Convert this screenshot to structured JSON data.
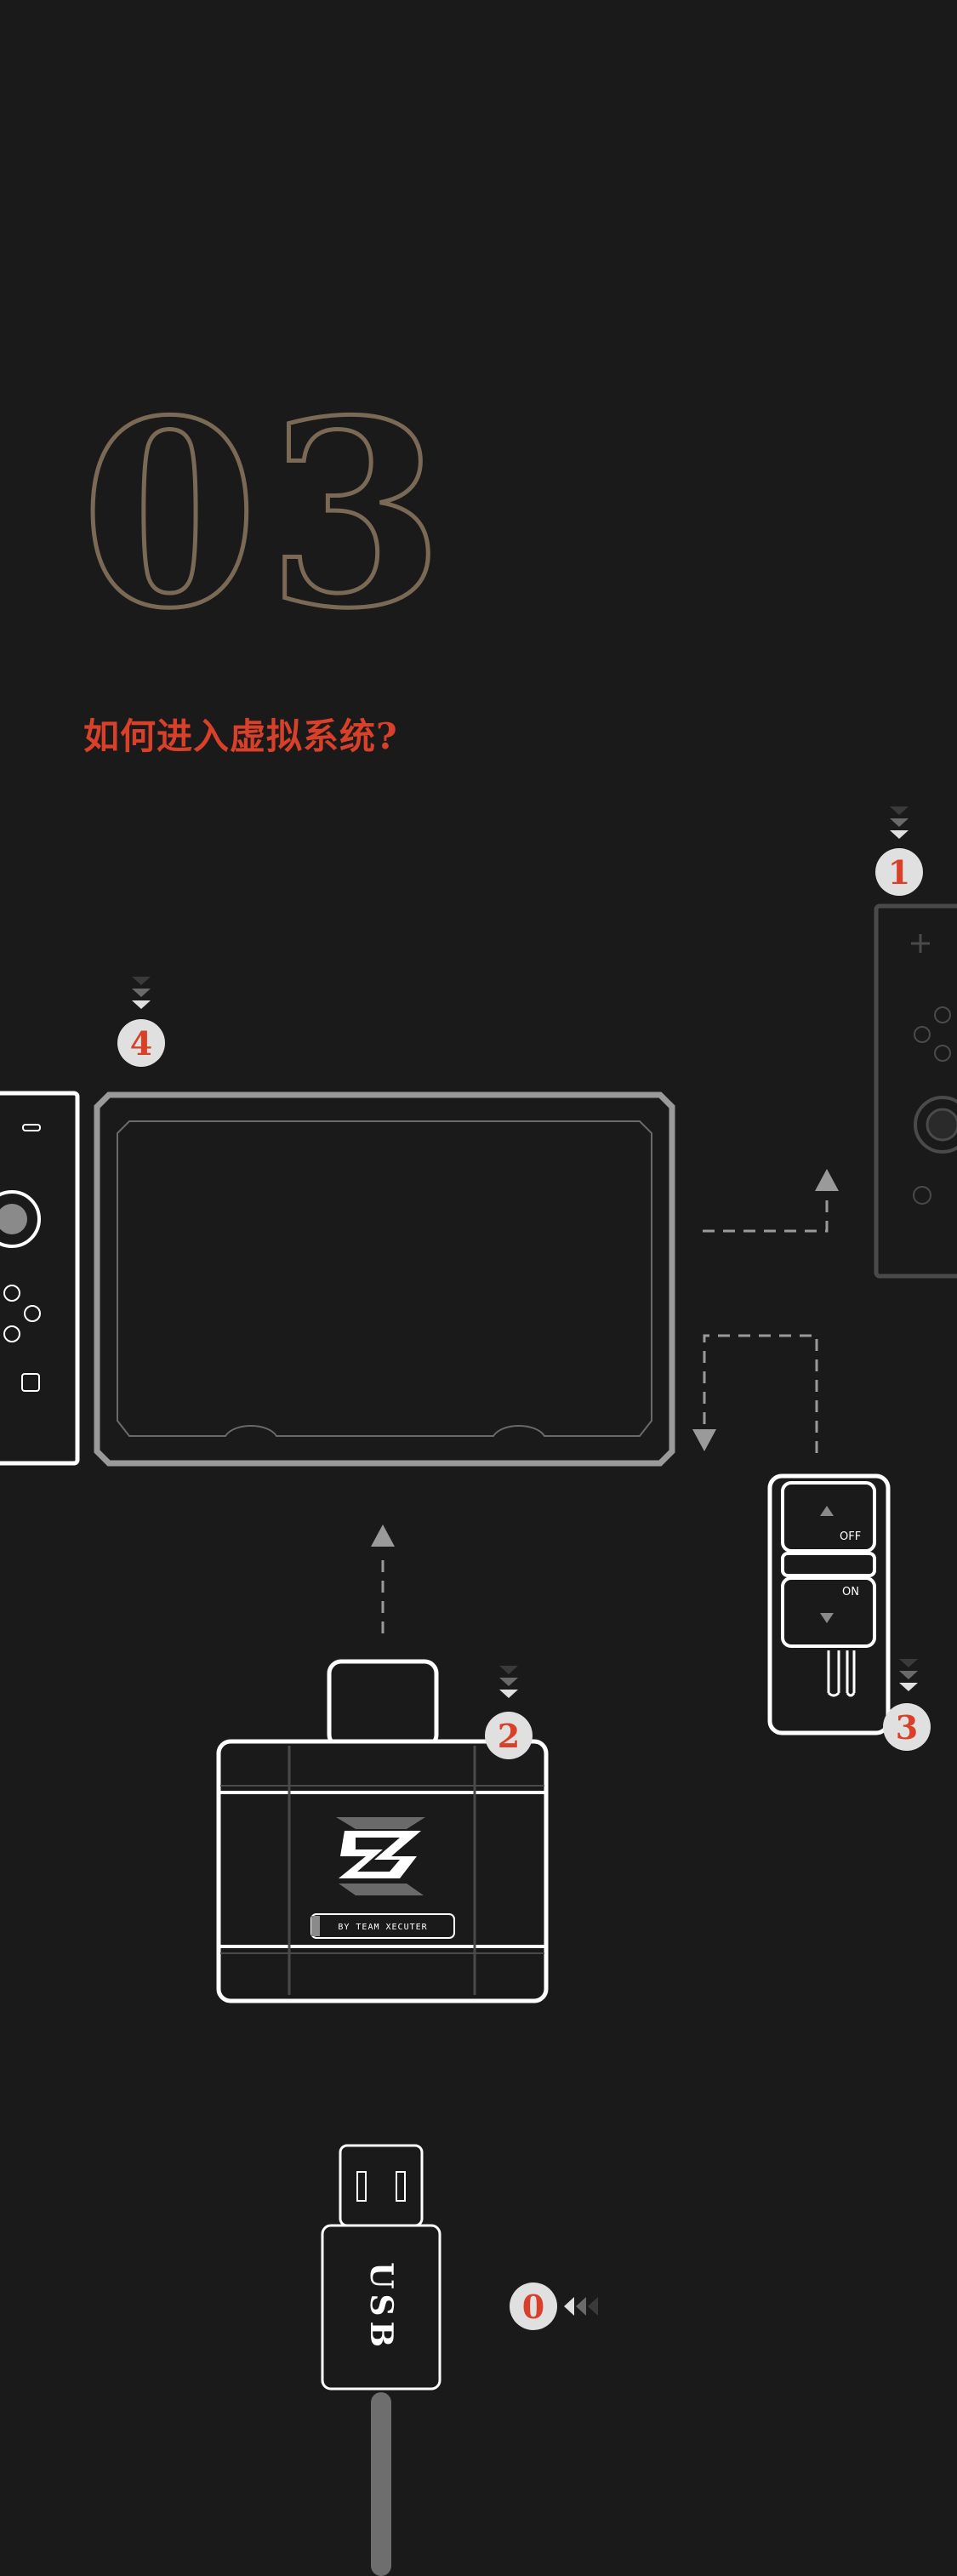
{
  "section_number": "03",
  "headline": "如何进入虚拟系统?",
  "steps": {
    "step0": "0",
    "step1": "1",
    "step2": "2",
    "step3": "3",
    "step4": "4"
  },
  "switch_labels": {
    "off": "OFF",
    "on": "ON"
  },
  "usb_label": "USB",
  "card_label": "BY TEAM XECUTER",
  "colors": {
    "background": "#1a1a1a",
    "accent": "#d9402a",
    "number_outline": "#7a6a55",
    "badge": "#e0e0e0",
    "line": "#ffffff",
    "device_gray": "#8a8a8a"
  }
}
